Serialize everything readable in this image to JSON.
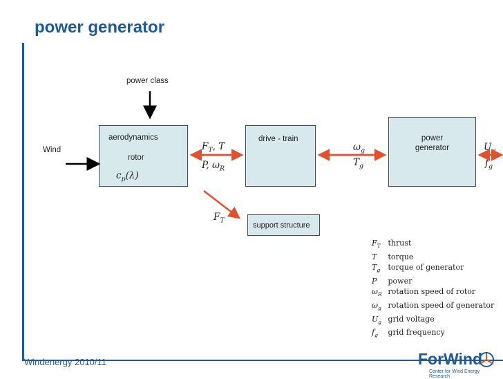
{
  "title": "power generator",
  "footer": "Windenergy 2010/11",
  "diagram": {
    "power_class": "power class",
    "wind": "Wind",
    "aero_box": {
      "line1": "aerodynamics",
      "line2": "rotor",
      "formula": "c_p(λ)"
    },
    "drive_box": {
      "label": "drive - train"
    },
    "gen_box": {
      "line1": "power",
      "line2": "generator"
    },
    "support_box": {
      "label": "support structure"
    },
    "signals": {
      "ft_t": "F_T, T",
      "p_omega": "P, ω_R",
      "omega_g": "ω_g",
      "t_g": "T_g",
      "u_g": "U_g",
      "f_g": "f_g",
      "ft_support": "F_T"
    }
  },
  "legend": {
    "items": [
      {
        "symbol": "F_T",
        "text": "thrust"
      },
      {
        "symbol": "T",
        "text": "torque"
      },
      {
        "symbol": "T_g",
        "text": "torque of generator"
      },
      {
        "symbol": "P",
        "text": "power"
      },
      {
        "symbol": "ω_R",
        "text": "rotation speed of rotor"
      },
      {
        "symbol": "ω_g",
        "text": "rotation speed of generator"
      },
      {
        "symbol": "U_g",
        "text": "grid voltage"
      },
      {
        "symbol": "f_g",
        "text": "grid frequency"
      }
    ]
  },
  "logo": {
    "name": "ForWind",
    "subtitle": "Center for Wind Energy Research"
  },
  "colors": {
    "brand": "#1f5a96",
    "box_fill": "#d7e9ec",
    "arrow_red": "#e2512d",
    "arrow_black": "#000000"
  }
}
